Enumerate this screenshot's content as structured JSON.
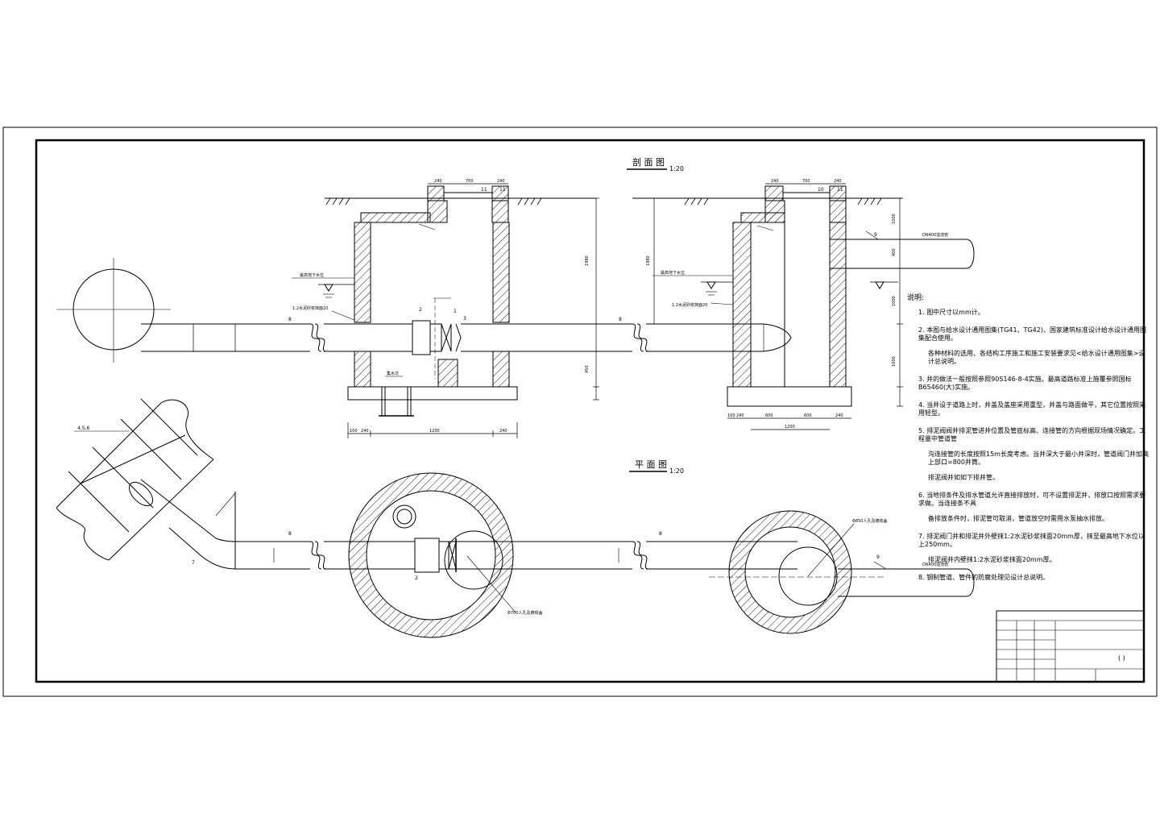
{
  "views": {
    "section": {
      "title": "剖 面 图",
      "scale": "1:20"
    },
    "plan": {
      "title": "平 面 图",
      "scale": "1:20"
    }
  },
  "section_labels": {
    "groundwater_left": "最高地下水位",
    "groundwater_right": "最高地下水位",
    "plaster_left": "1:2水泥砂浆抹面20",
    "plaster_right": "1:2水泥砂浆抹面20",
    "sump": "集水坑",
    "outlet_pipe": "DN400溢流管"
  },
  "plan_labels": {
    "manhole_left": "Φ700人孔及铸铁盖",
    "manhole_right": "Φ850人孔及铸铁盖",
    "outlet_pipe": "DN400溢流管",
    "bundle_marks": "4,5,6"
  },
  "callouts": [
    "1",
    "2",
    "3",
    "7",
    "8",
    "9",
    "10",
    "11"
  ],
  "notes": {
    "title": "说明:",
    "items": [
      {
        "num": "1.",
        "lines": [
          "图中尺寸以mm计。"
        ]
      },
      {
        "num": "2.",
        "lines": [
          "本图与给水设计通用图集(TG41、TG42)、国家建筑标准设计给水设计通用图集配合使用。",
          "各种材料的选用、各结构工序施工和施工安装要求见<给水设计通用图集>设计总说明。"
        ]
      },
      {
        "num": "3.",
        "lines": [
          "井的做法一般按照参照90S146-8-4实施。最高道路标准上施覆参照国标B65460(大)实施。"
        ]
      },
      {
        "num": "4.",
        "lines": [
          "当井设于道路上时，井盖及盖座采用重型，井盖与路面做平，其它位置按照采用轻型。"
        ]
      },
      {
        "num": "5.",
        "lines": [
          "排泥阀阀井排泥管进井位置及管底标高、连接管的方向根据现场情况确定。工程量中管道管",
          "沟连接管的长度按照15m长度考虑。当井深大于最小井深时，管道阀门井加高上部口=800井筒。",
          "排泥阀井如如下排井管。"
        ]
      },
      {
        "num": "6.",
        "lines": [
          "当地排条件及排水管道允许直接排放时，可不设置排泥井，排放口按照需求要求做。当连接条不具",
          "备排放条件时，排泥管可取消，管道放空时需用水泵抽水排放。"
        ]
      },
      {
        "num": "7.",
        "lines": [
          "排泥阀门井和排泥井外壁抹1:2水泥砂浆抹面20mm厚，抹至最高地下水位以上250mm。",
          "排泥阀井内壁抹1:2水泥砂浆抹面20mm厚。"
        ]
      },
      {
        "num": "8.",
        "lines": [
          "钢制管道、管件的防腐处理见设计总说明。"
        ]
      }
    ]
  },
  "title_block": {
    "sheet_no": "( )"
  },
  "colors": {
    "line": "#000000",
    "background": "#ffffff"
  }
}
